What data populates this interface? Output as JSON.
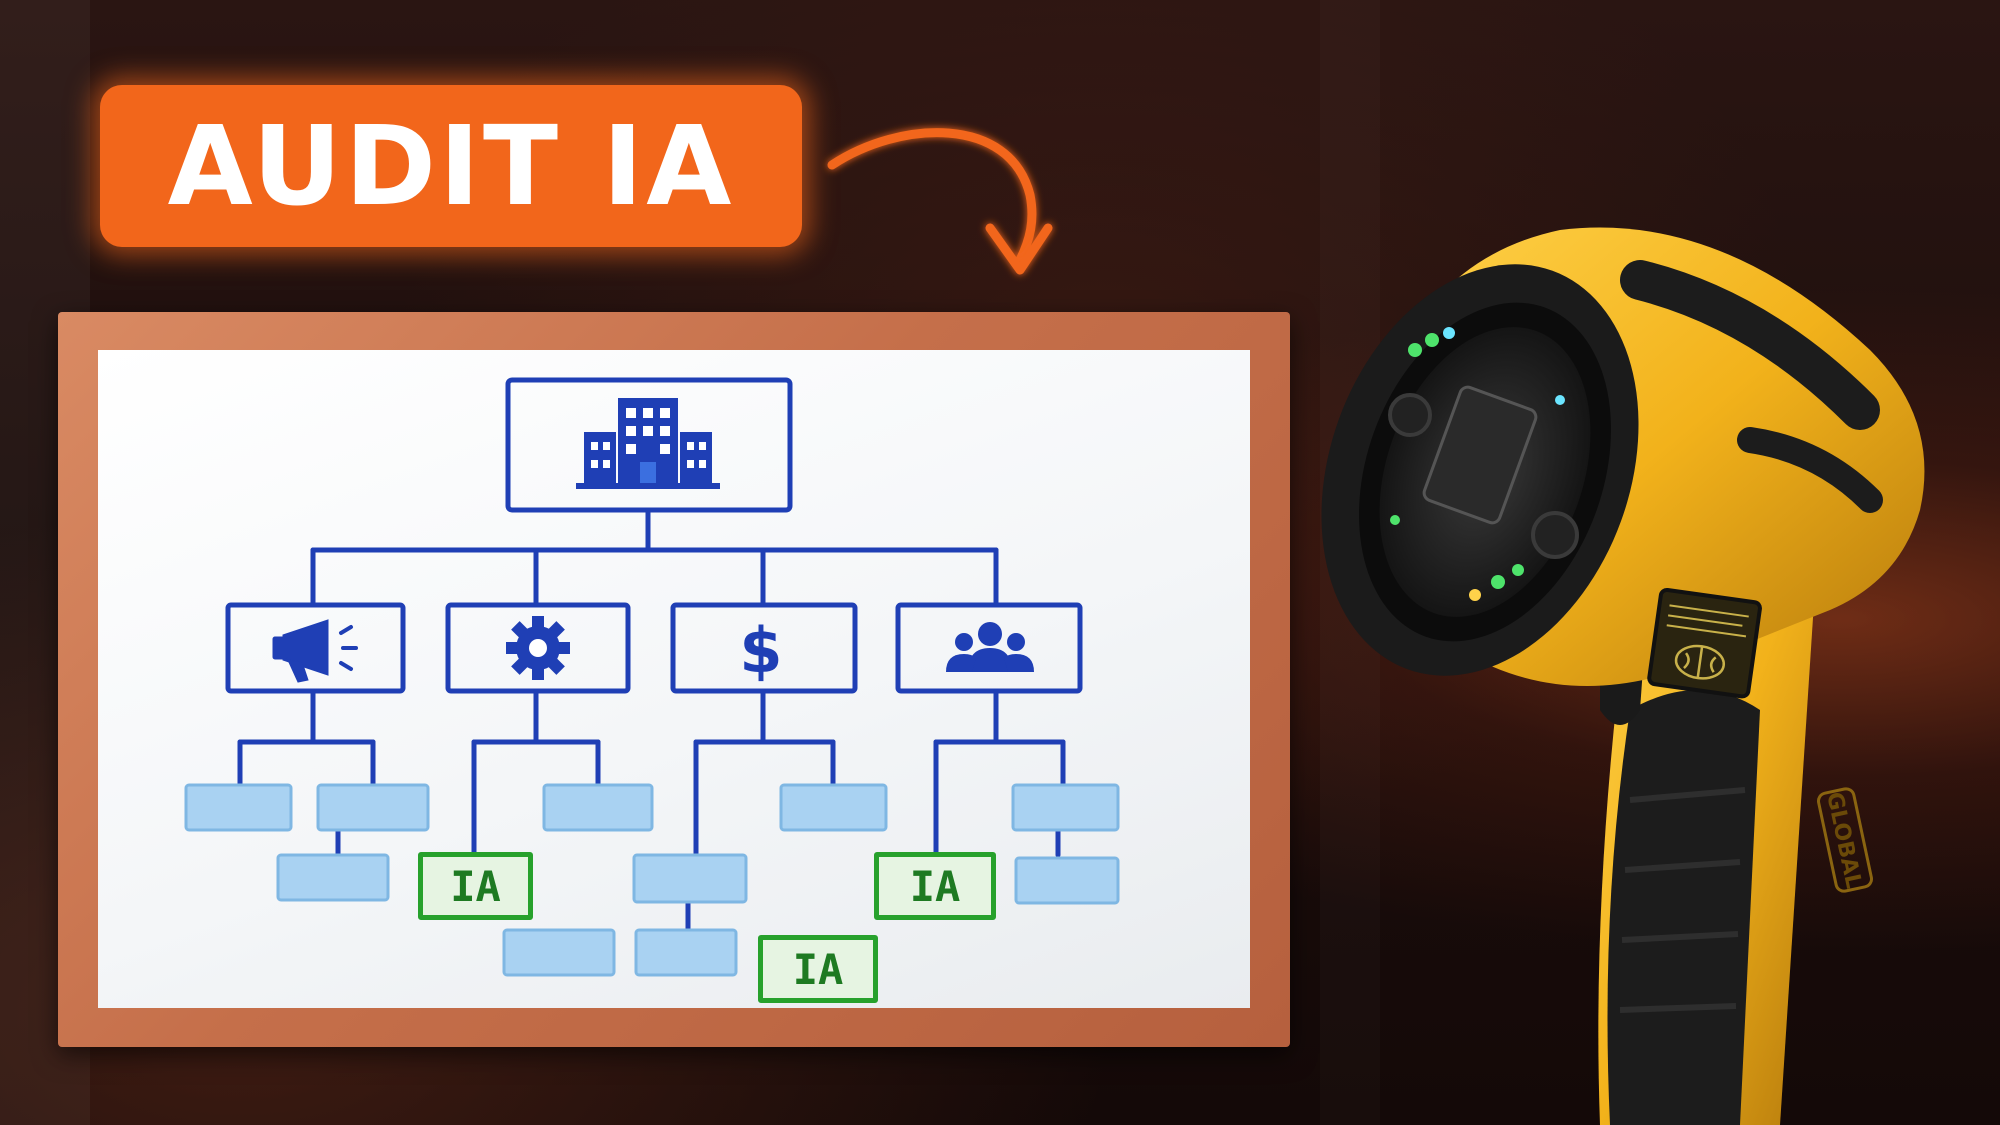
{
  "headline": "AUDIT IA",
  "colors": {
    "badge": "#f2661b",
    "diagram_blue": "#1f3fb5",
    "node_light_blue": "#a9d2f2",
    "ia_green": "#27a12c",
    "scanner_yellow": "#f2b21b",
    "frame_wood": "#c56f4a"
  },
  "org_chart": {
    "root_icon": "office-building-icon",
    "departments": [
      {
        "icon": "megaphone-icon"
      },
      {
        "icon": "gear-icon"
      },
      {
        "icon": "dollar-sign-icon",
        "symbol": "$"
      },
      {
        "icon": "people-group-icon"
      }
    ],
    "ia_labels": [
      "IA",
      "IA",
      "IA"
    ]
  },
  "scanner": {
    "brand_label": "GLOBAL",
    "display_icon": "brain-icon"
  }
}
